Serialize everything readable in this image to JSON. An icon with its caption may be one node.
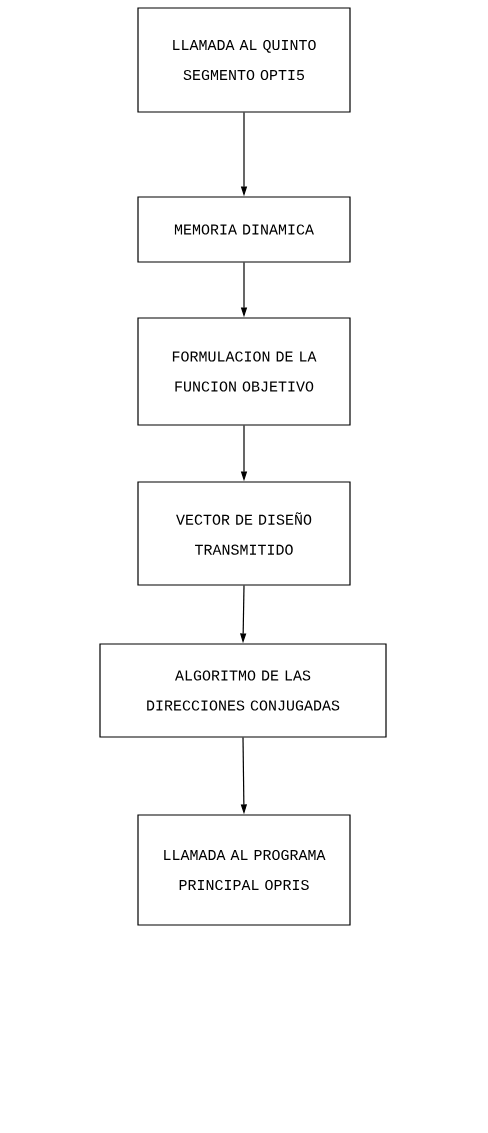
{
  "diagram": {
    "nodes": [
      {
        "text": [
          "LLAMADA AL QUINTO SEGMENTO OPTI5"
        ]
      },
      {
        "text": [
          "MEMORIA DINAMICA"
        ]
      },
      {
        "text": [
          "FORMULACION DE LA FUNCION OBJETIVO"
        ]
      },
      {
        "text": [
          "VECTOR DE DISEÑO TRANSMITIDO"
        ]
      },
      {
        "text": [
          "ALGORITMO DE LAS DIRECCIONES CONJUGADAS"
        ]
      },
      {
        "text": [
          "LLAMADA AL PROGRAMA PRINCIPAL OPRIS"
        ]
      }
    ],
    "edges": [
      {
        "from": 0,
        "to": 1,
        "arrow": "to"
      },
      {
        "from": 1,
        "to": 2,
        "arrow": "to"
      },
      {
        "from": 2,
        "to": 3,
        "arrow": "to"
      },
      {
        "from": 3,
        "to": 4,
        "arrow": "to"
      },
      {
        "from": 4,
        "to": 5,
        "arrow": "to"
      }
    ]
  }
}
